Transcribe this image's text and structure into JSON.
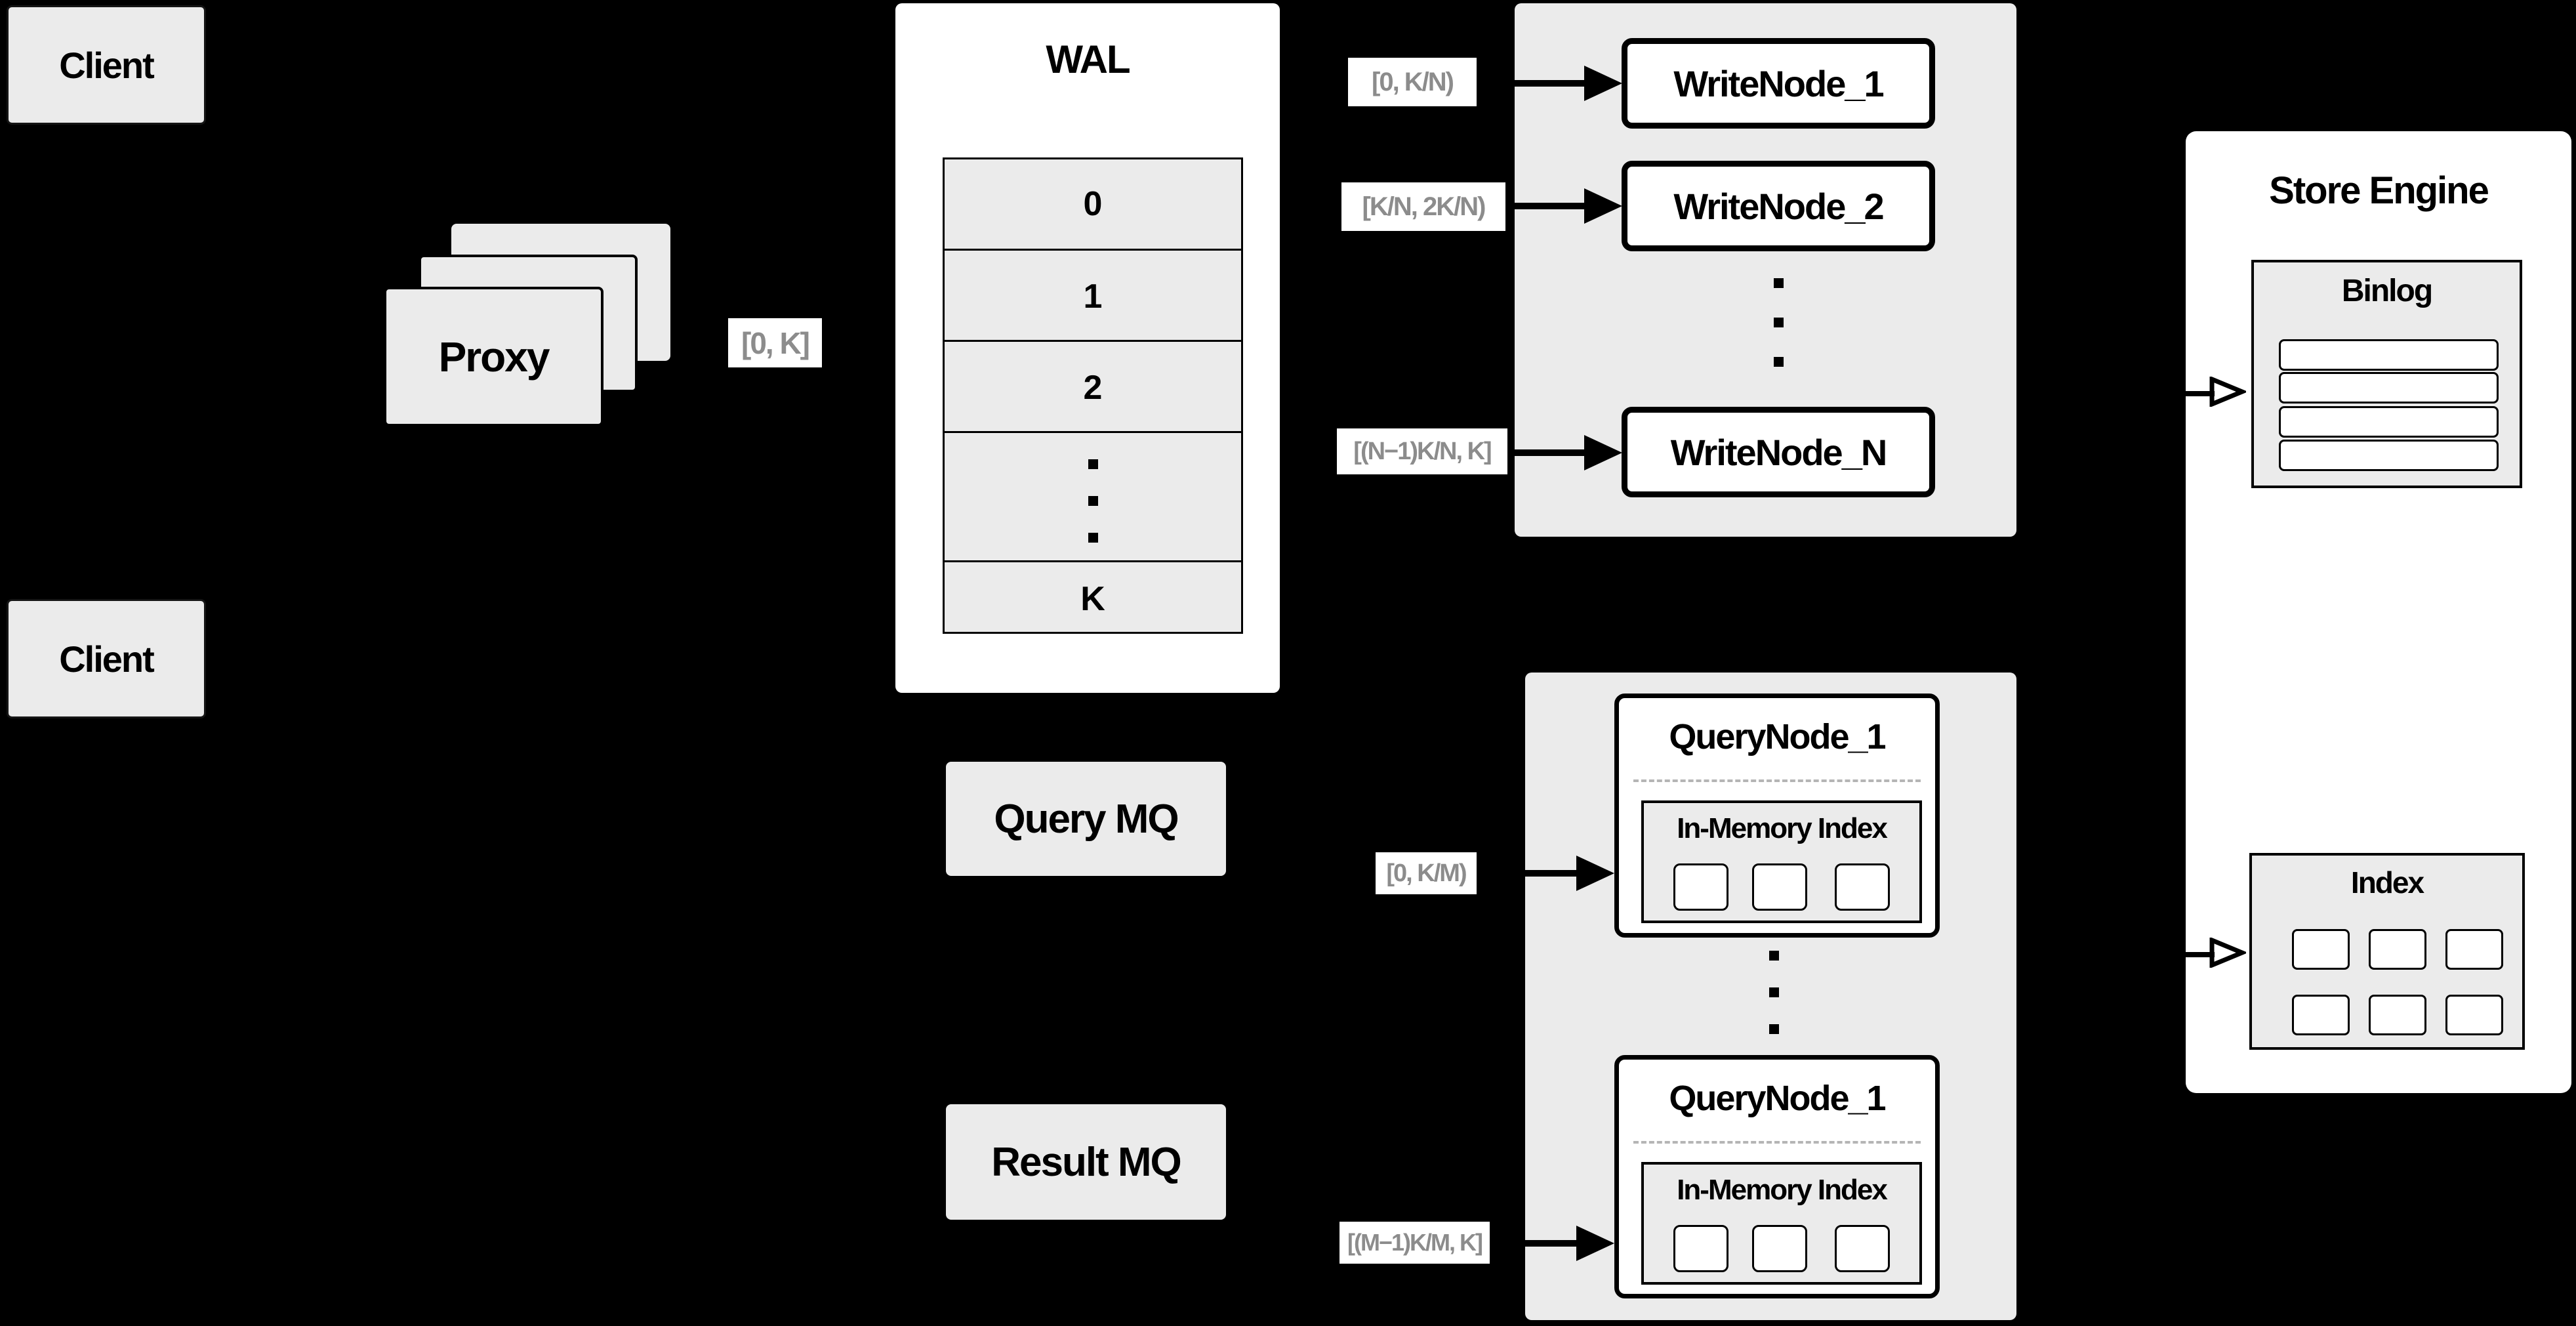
{
  "colors": {
    "background": "#000000",
    "box_gray": "#ebebeb",
    "box_white": "#ffffff",
    "border": "#000000",
    "range_label_text": "#8c8c8c"
  },
  "client_top": {
    "label": "Client"
  },
  "client_bottom": {
    "label": "Client"
  },
  "proxy": {
    "label": "Proxy"
  },
  "wal": {
    "title": "WAL",
    "rows": [
      "0",
      "1",
      "2"
    ],
    "last_row": "K"
  },
  "range_labels": {
    "proxy_out": "[0, K]",
    "write_node_1": "[0, K/N)",
    "write_node_2": "[K/N, 2K/N)",
    "write_node_n": "[(N−1)K/N, K]",
    "query_node_1": "[0, K/M)",
    "query_node_m": "[(M−1)K/M, K]"
  },
  "write_group": {
    "node1": "WriteNode_1",
    "node2": "WriteNode_2",
    "nodeN": "WriteNode_N"
  },
  "mq": {
    "query": "Query MQ",
    "result": "Result MQ"
  },
  "query_group": {
    "node_top": {
      "title": "QueryNode_1",
      "inner_title": "In-Memory Index"
    },
    "node_bottom": {
      "title": "QueryNode_1",
      "inner_title": "In-Memory Index"
    }
  },
  "store_engine": {
    "title": "Store Engine",
    "binlog_title": "Binlog",
    "index_title": "Index"
  }
}
